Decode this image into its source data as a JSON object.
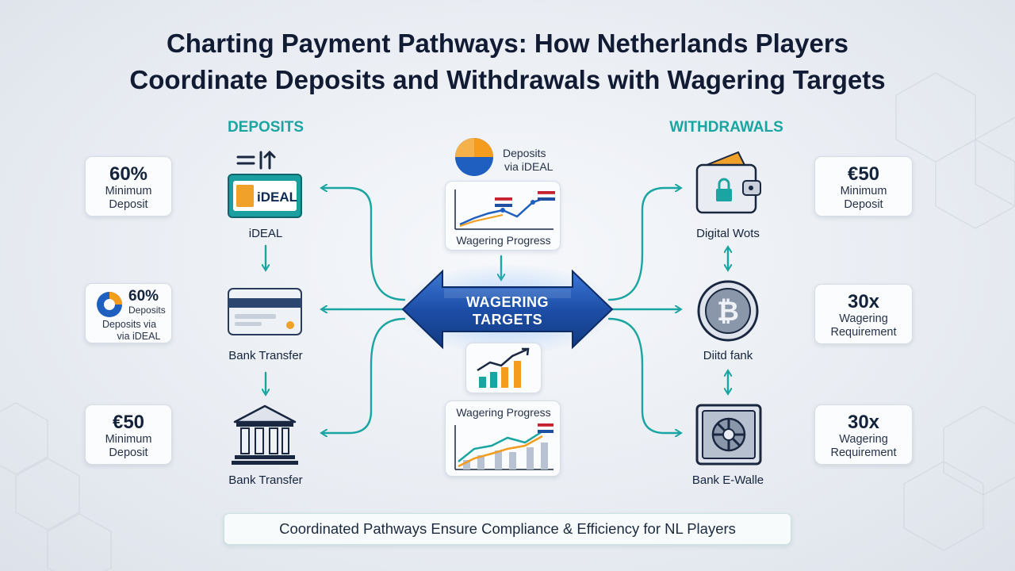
{
  "title_line1": "Charting Payment Pathways: How Netherlands Players",
  "title_line2": "Coordinate Deposits and Withdrawals with Wagering Targets",
  "deposits_heading": "DEPOSITS",
  "withdrawals_heading": "WITHDRAWALS",
  "left_stats": [
    {
      "big": "60%",
      "line1": "Minimum",
      "line2": "Deposit"
    },
    {
      "big": "60%",
      "small": "Deposits",
      "line1": "Deposits via",
      "line2": "via iDEAL"
    },
    {
      "big": "€50",
      "line1": "Minimum",
      "line2": "Deposit"
    }
  ],
  "right_stats": [
    {
      "big": "€50",
      "line1": "Minimum",
      "line2": "Deposit"
    },
    {
      "big": "30x",
      "line1": "Wagering",
      "line2": "Requirement"
    },
    {
      "big": "30x",
      "line1": "Wagering",
      "line2": "Requirement"
    }
  ],
  "deposit_nodes": [
    {
      "label": "iDEAL",
      "icon_text": "iDEAL",
      "icon": "ideal-terminal-icon"
    },
    {
      "label": "Bank Transfer",
      "icon": "credit-card-icon"
    },
    {
      "label": "Bank Transfer",
      "icon": "bank-building-icon"
    }
  ],
  "withdrawal_nodes": [
    {
      "label": "Digital Wots",
      "icon": "wallet-lock-icon"
    },
    {
      "label": "Diitd fank",
      "icon": "bitcoin-coin-icon"
    },
    {
      "label": "Bank E-Walle",
      "icon": "vault-safe-icon"
    }
  ],
  "center": {
    "top_pie_label_line1": "Deposits",
    "top_pie_label_line2": "via iDEAL",
    "top_chart_label": "Wagering Progress",
    "hub_line1": "WAGERING",
    "hub_line2": "TARGETS",
    "bottom_chart_label": "Wagering Progress"
  },
  "footer": "Coordinated Pathways Ensure Compliance & Efficiency for NL Players",
  "colors": {
    "accent": "#1aa5a2",
    "hub_blue": "#1d4fa8",
    "pie_orange": "#f39c1d",
    "pie_blue": "#1f5fbf"
  }
}
